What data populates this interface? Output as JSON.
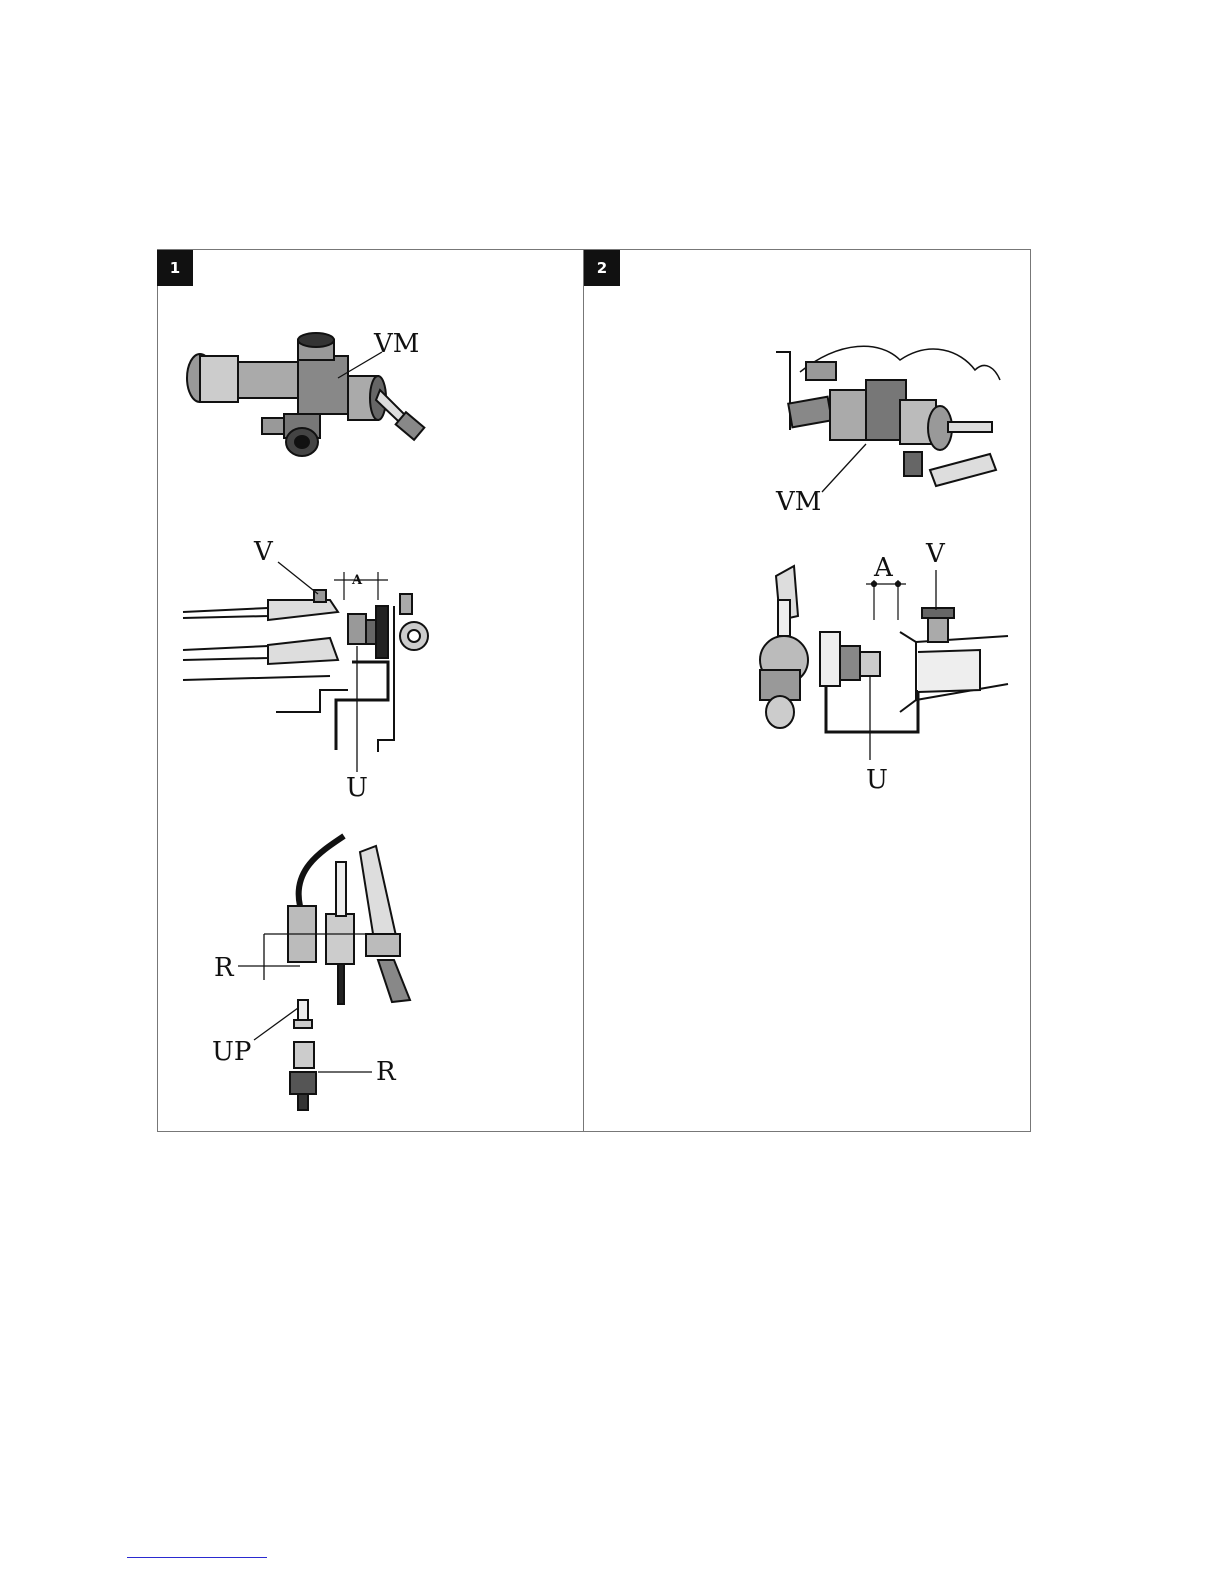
{
  "panels": [
    {
      "number": "1"
    },
    {
      "number": "2"
    }
  ],
  "labels": {
    "p1_vm": "VM",
    "p1_v": "V",
    "p1_a": "A",
    "p1_u": "U",
    "p1_r_top": "R",
    "p1_up": "UP",
    "p1_r_bottom": "R",
    "p2_vm": "VM",
    "p2_a": "A",
    "p2_v": "V",
    "p2_u": "U"
  }
}
